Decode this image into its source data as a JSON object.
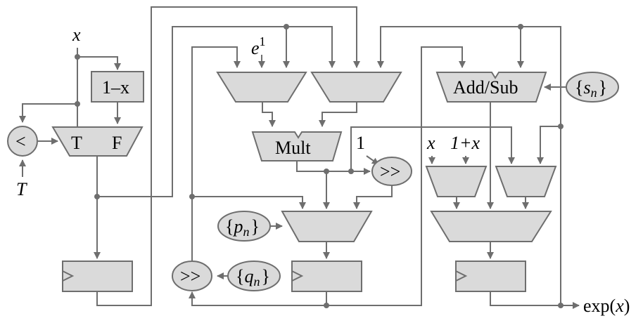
{
  "diagram": {
    "inputs": {
      "x": "x",
      "T": "T",
      "e1_base": "e",
      "e1_exp": "1",
      "one_shift": "1",
      "x_right": "x",
      "one_plus_x": "1+x"
    },
    "blocks": {
      "one_minus_x": "1–x",
      "comparator": "<",
      "mux_true": "T",
      "mux_false": "F",
      "mult": "Mult",
      "add_sub": "Add/Sub",
      "shift_top": ">>",
      "shift_bottom": ">>"
    },
    "constants": {
      "s_n": {
        "open": "{",
        "var": "s",
        "sub": "n",
        "close": "}"
      },
      "p_n": {
        "open": "{",
        "var": "p",
        "sub": "n",
        "close": "}"
      },
      "q_n": {
        "open": "{",
        "var": "q",
        "sub": "n",
        "close": "}"
      }
    },
    "output": {
      "fn": "exp(",
      "arg": "x",
      "close": ")"
    }
  }
}
